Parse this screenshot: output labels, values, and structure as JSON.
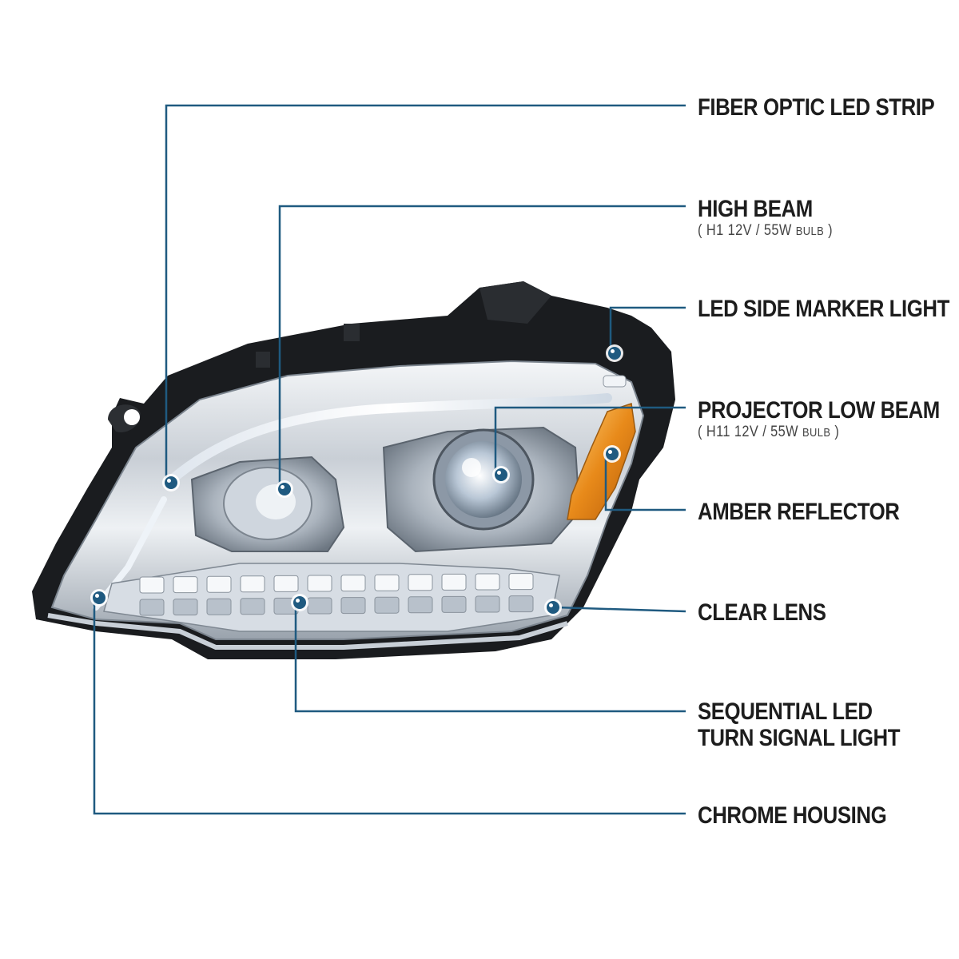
{
  "theme": {
    "leader_color": "#1f5a80",
    "dot_color": "#1f5a80",
    "dot_ring": "#ffffff",
    "text_color": "#1d1d1d",
    "amber_color": "#e88a1a"
  },
  "callouts": [
    {
      "id": "fiber-optic-led-strip",
      "lines": [
        "FIBER OPTIC LED STRIP"
      ]
    },
    {
      "id": "high-beam",
      "lines": [
        "HIGH BEAM"
      ],
      "spec": {
        "open": "(",
        "bulb": "H1",
        "rating": "12V / 55W",
        "unit": "BULB",
        "close": ")"
      }
    },
    {
      "id": "led-side-marker-light",
      "lines": [
        "LED SIDE MARKER LIGHT"
      ]
    },
    {
      "id": "projector-low-beam",
      "lines": [
        "PROJECTOR LOW BEAM"
      ],
      "spec": {
        "open": "(",
        "bulb": "H11",
        "rating": "12V / 55W",
        "unit": "BULB",
        "close": ")"
      }
    },
    {
      "id": "amber-reflector",
      "lines": [
        "AMBER REFLECTOR"
      ]
    },
    {
      "id": "clear-lens",
      "lines": [
        "CLEAR LENS"
      ]
    },
    {
      "id": "sequential-led-turn-signal-light",
      "lines": [
        "SEQUENTIAL LED",
        "TURN SIGNAL LIGHT"
      ]
    },
    {
      "id": "chrome-housing",
      "lines": [
        "CHROME HOUSING"
      ]
    }
  ]
}
